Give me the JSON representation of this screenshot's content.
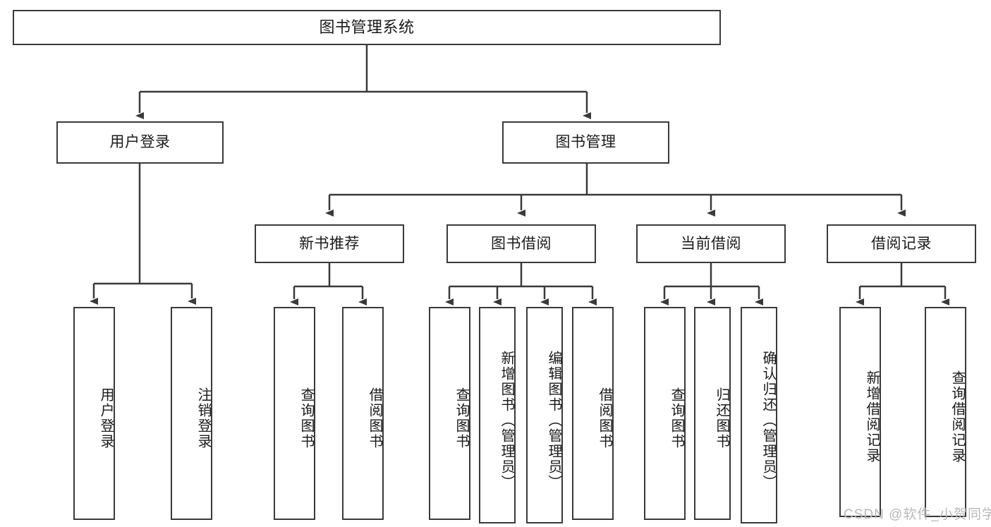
{
  "diagram": {
    "title": "图书管理系统",
    "type": "tree-hierarchy-chart",
    "line_color": "#3a3a3a",
    "box_fill": "#ffffff",
    "text_color": "#1b1b1b",
    "watermark": "CSDN @软件_小贺同学"
  },
  "nodes": {
    "root": {
      "label": "图书管理系统"
    },
    "level2": [
      {
        "label": "用户登录"
      },
      {
        "label": "图书管理"
      }
    ],
    "level3": [
      {
        "label": "新书推荐"
      },
      {
        "label": "图书借阅"
      },
      {
        "label": "当前借阅"
      },
      {
        "label": "借阅记录"
      }
    ],
    "leaves": {
      "user_login": [
        {
          "label": "用户登录"
        },
        {
          "label": "注销登录"
        }
      ],
      "new_book": [
        {
          "label": "查询图书"
        },
        {
          "label": "借阅图书"
        }
      ],
      "book_borrow": [
        {
          "label": "查询图书"
        },
        {
          "label": "新增图书（管理员）"
        },
        {
          "label": "编辑图书（管理员）"
        },
        {
          "label": "借阅图书"
        }
      ],
      "current_borrow": [
        {
          "label": "查询图书"
        },
        {
          "label": "归还图书"
        },
        {
          "label": "确认归还（管理员）"
        }
      ],
      "borrow_record": [
        {
          "label": "新增借阅记录"
        },
        {
          "label": "查询借阅记录"
        }
      ]
    }
  }
}
